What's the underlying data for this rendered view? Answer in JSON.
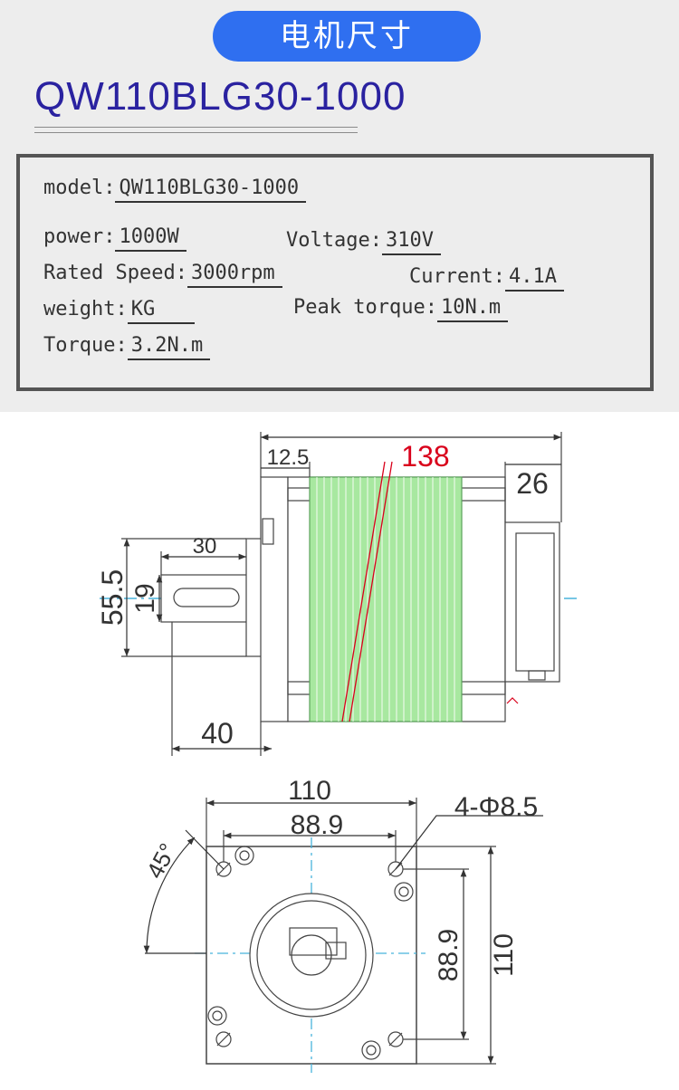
{
  "header": {
    "title": "电机尺寸",
    "model": "QW110BLG30-1000"
  },
  "specs": {
    "model_label": "model:",
    "model_value": "QW110BLG30-1000",
    "power_label": "power:",
    "power_value": "1000W",
    "voltage_label": "Voltage:",
    "voltage_value": "310V",
    "speed_label": "Rated Speed:",
    "speed_value": "3000rpm",
    "current_label": "Current:",
    "current_value": "4.1A",
    "weight_label": "weight:",
    "weight_value": "KG",
    "peak_label": "Peak torque:",
    "peak_value": "10N.m",
    "torque_label": "Torque:",
    "torque_value": "3.2N.m"
  },
  "side_view": {
    "total_length": "138",
    "flange_thickness": "12.5",
    "rear_cap": "26",
    "shaft_length": "30",
    "shaft_diameter": "19",
    "pilot_diameter": "55.5",
    "shaft_extension": "40"
  },
  "front_view": {
    "width": "110",
    "height": "110",
    "hole_pitch_x": "88.9",
    "hole_pitch_y": "88.9",
    "holes": "4-Φ8.5",
    "angle": "45°"
  },
  "colors": {
    "accent": "#2f6ff0",
    "title": "#2a22a0",
    "total_length": "#d9001b",
    "stator": "#a8e8a0",
    "center_line": "#48b4dc"
  }
}
